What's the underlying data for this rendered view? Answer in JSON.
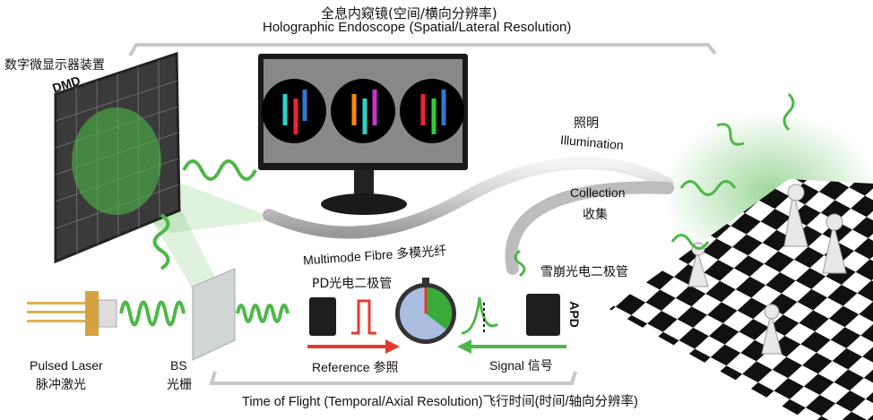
{
  "top_bracket": {
    "title_cn": "全息内窥镜(空间/横向分辨率)",
    "title_en": "Holographic Endoscope (Spatial/Lateral Resolution)"
  },
  "dmd": {
    "label_cn": "数字微显示器装置",
    "label_en": "DMD"
  },
  "illumination": {
    "cn": "照明",
    "en": "Illumination"
  },
  "collection": {
    "en": "Collection",
    "cn": "收集"
  },
  "fibre": {
    "label": "Multimode Fibre 多模光纤"
  },
  "pd": {
    "label": "PD光电二极管"
  },
  "apd": {
    "label_cn": "雪崩光电二极管",
    "label_en": "APD"
  },
  "laser": {
    "en": "Pulsed Laser",
    "cn": "脉冲激光"
  },
  "bs": {
    "en": "BS",
    "cn": "光栅"
  },
  "reference": {
    "label": "Reference 参照"
  },
  "signal": {
    "label": "Signal 信号"
  },
  "bottom_bracket": {
    "title": "Time of Flight (Temporal/Axial Resolution)飞行时间(时间/轴向分辨率)"
  },
  "colors": {
    "green": "#4db848",
    "red": "#e53a2f",
    "bracket": "#c8c8c8"
  }
}
